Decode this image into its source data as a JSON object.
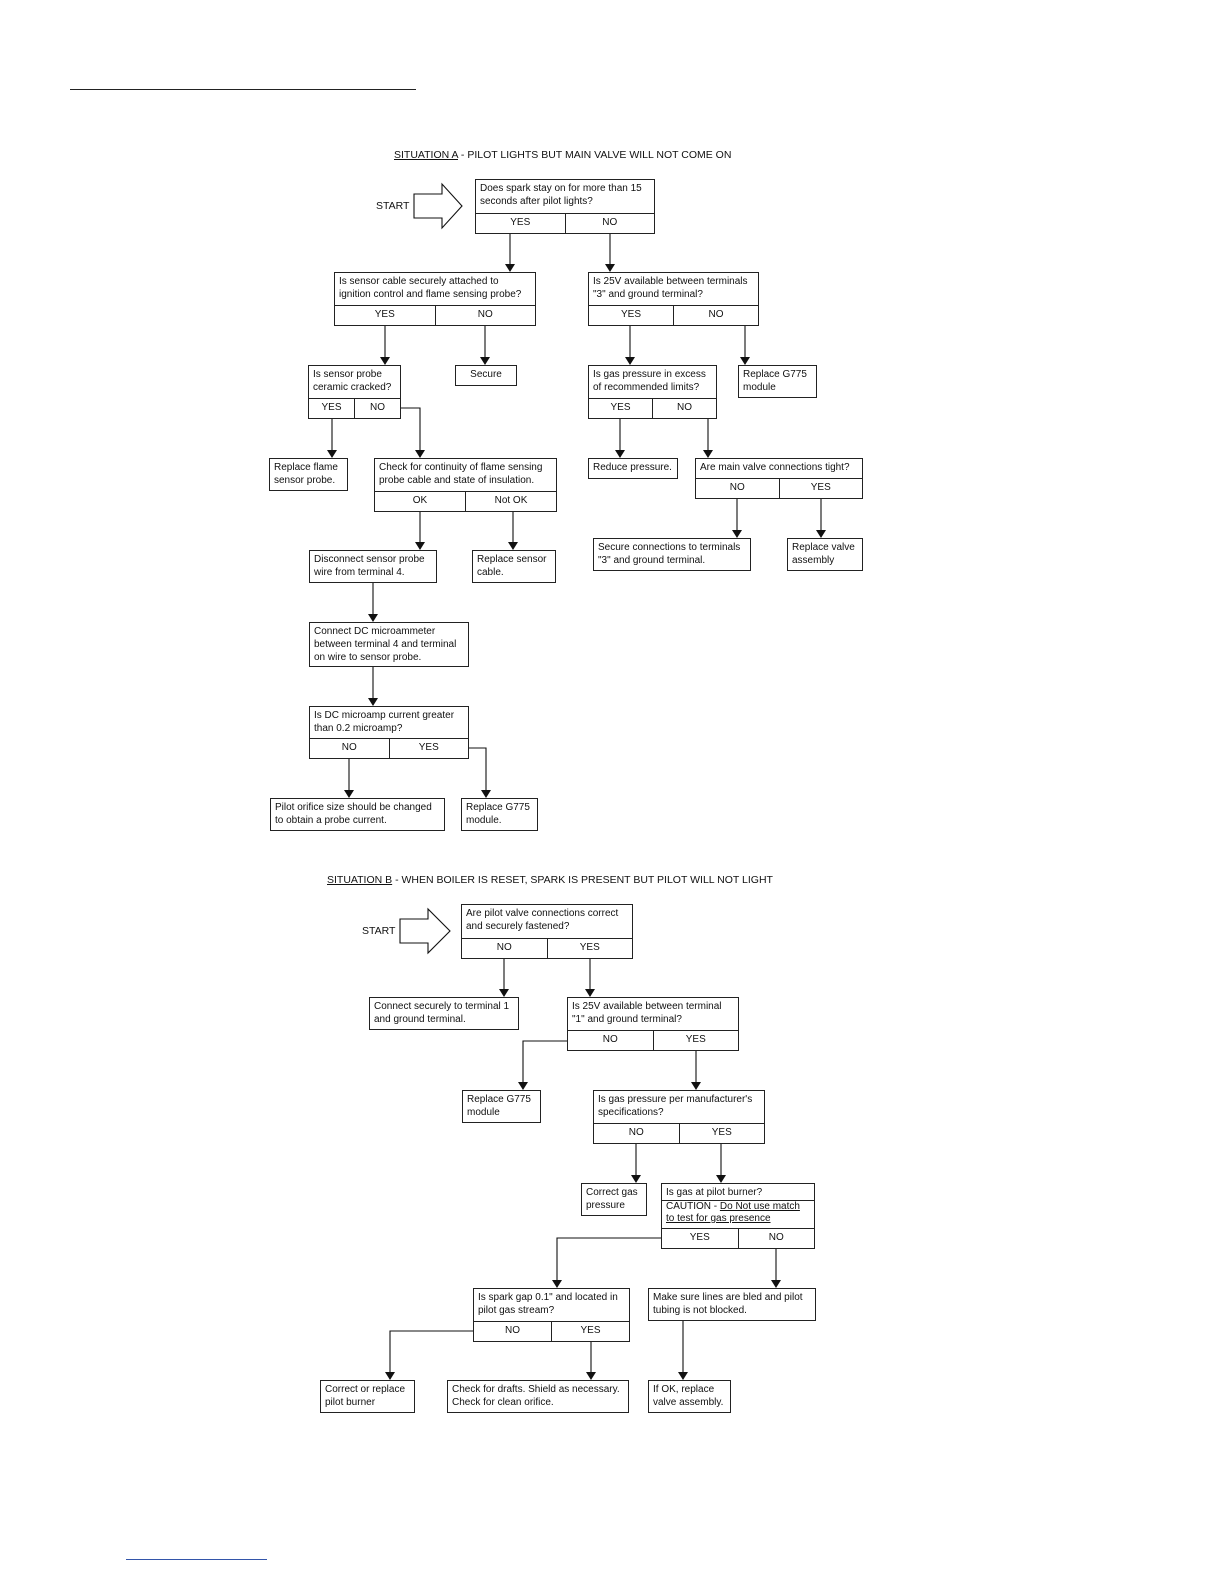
{
  "situation_a": {
    "title_label": "SITUATION A",
    "title_text": " - PILOT LIGHTS BUT MAIN VALVE WILL NOT COME ON",
    "start": "START",
    "spark_q": "Does spark stay on for more than 15\nseconds after pilot lights?",
    "spark_yes": "YES",
    "spark_no": "NO",
    "sensor_cable_q": "Is sensor cable securely attached to\nignition control and flame sensing probe?",
    "sensor_cable_yes": "YES",
    "sensor_cable_no": "NO",
    "v25_q": "Is 25V available between terminals\n\"3\" and ground terminal?",
    "v25_yes": "YES",
    "v25_no": "NO",
    "probe_q": "Is sensor probe\nceramic cracked?",
    "probe_yes": "YES",
    "probe_no": "NO",
    "secure": "Secure",
    "gas_excess_q": "Is gas pressure in excess\nof recommended limits?",
    "gas_excess_yes": "YES",
    "gas_excess_no": "NO",
    "replace_g775_a": "Replace G775\nmodule",
    "replace_flame": "Replace flame\nsensor probe.",
    "continuity_q": "Check for continuity of flame sensing\nprobe cable and state of insulation.",
    "continuity_ok": "OK",
    "continuity_notok": "Not OK",
    "reduce_pressure": "Reduce pressure.",
    "main_valve_q": "Are main valve connections tight?",
    "main_valve_no": "NO",
    "main_valve_yes": "YES",
    "disconnect": "Disconnect sensor probe\nwire from terminal 4.",
    "replace_cable": "Replace sensor\ncable.",
    "secure_connections": "Secure connections to terminals\n\"3\" and ground terminal.",
    "replace_valve": "Replace valve\nassembly",
    "connect_dc": "Connect DC microammeter\nbetween terminal 4 and terminal\non wire to sensor probe.",
    "microamp_q": "Is DC microamp current greater\nthan 0.2 microamp?",
    "microamp_no": "NO",
    "microamp_yes": "YES",
    "orifice": "Pilot orifice size should be changed\nto obtain a probe current.",
    "replace_g775_a2": "Replace G775\nmodule."
  },
  "situation_b": {
    "title_label": "SITUATION B",
    "title_text": " - WHEN BOILER IS RESET, SPARK IS PRESENT BUT PILOT WILL NOT LIGHT",
    "start": "START",
    "pilot_valve_q": "Are pilot valve connections correct\nand securely fastened?",
    "pilot_valve_no": "NO",
    "pilot_valve_yes": "YES",
    "connect_securely": "Connect securely to terminal 1\nand ground terminal.",
    "v25_q": "Is 25V available between terminal\n\"1\" and ground terminal?",
    "v25_no": "NO",
    "v25_yes": "YES",
    "replace_g775": "Replace G775\nmodule",
    "gas_spec_q": "Is gas pressure per manufacturer's\nspecifications?",
    "gas_spec_no": "NO",
    "gas_spec_yes": "YES",
    "correct_gas": "Correct gas\npressure",
    "gas_pilot_q": "Is gas at pilot burner?",
    "caution_prefix": "CAUTION - ",
    "caution_u1": "Do Not use match",
    "caution_u2": "to test for gas presence",
    "gas_pilot_yes": "YES",
    "gas_pilot_no": "NO",
    "spark_gap_q": "Is spark gap 0.1\" and located in\npilot gas stream?",
    "spark_gap_no": "NO",
    "spark_gap_yes": "YES",
    "make_sure": "Make sure lines are bled and pilot\ntubing is not blocked.",
    "correct_burner": "Correct or replace\npilot burner",
    "check_drafts": "Check for drafts. Shield as necessary.\nCheck for clean orifice.",
    "if_ok": "If OK, replace\nvalve assembly."
  }
}
